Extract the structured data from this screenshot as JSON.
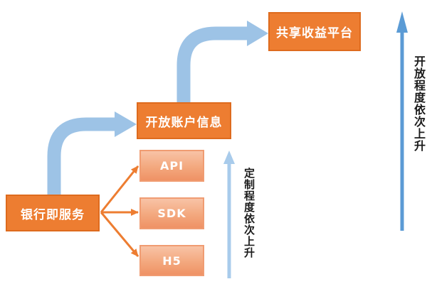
{
  "diagram": {
    "nodes": {
      "bank": "银行即服务",
      "account": "开放账户信息",
      "platform": "共享收益平台",
      "channels": [
        "API",
        "SDK",
        "H5"
      ]
    },
    "axis_labels": {
      "customization": "定制程度依次上升",
      "openness": "开放程度依次上升"
    },
    "colors": {
      "main_box_fill": "#ED7D31",
      "main_box_border": "#DE6B1E",
      "light_box_fill_top": "#F8C3A6",
      "light_box_fill_bottom": "#EF9265",
      "light_box_border": "#F09C72",
      "flow_arrow_blue": "#9DC3E6",
      "customization_arrow_blue": "#A8CBEB",
      "openness_arrow_blue": "#5B9BD5",
      "channel_arrow_orange": "#ED7D31",
      "label_text": "#1B1B1B",
      "box_text": "#FFFFFF",
      "background": "#FFFFFF"
    }
  }
}
